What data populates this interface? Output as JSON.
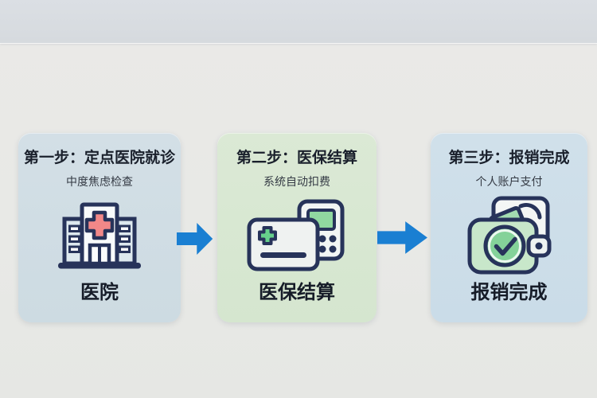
{
  "diagram": {
    "kind": "three-step-flow",
    "topic": "medical insurance reimbursement process"
  },
  "steps": [
    {
      "title": "第一步：定点医院就诊",
      "subtitle": "中度焦虑检查",
      "label": "医院",
      "icon": "hospital-icon"
    },
    {
      "title": "第二步：医保结算",
      "subtitle": "系统自动扣费",
      "label": "医保结算",
      "icon": "insurance-card-calculator-icon"
    },
    {
      "title": "第三步：报销完成",
      "subtitle": "个人账户支付",
      "label": "报销完成",
      "icon": "wallet-check-icon"
    }
  ],
  "arrows": {
    "count": 2,
    "direction": "right",
    "color": "#1a7fd2"
  },
  "colors": {
    "page_background": "#e9eae7",
    "top_band": "#d7dbdf",
    "card1_background": "#cfdce3",
    "card2_background": "#d7e7d1",
    "card3_background": "#cbdde9",
    "title_text": "#1a202c",
    "subtitle_text": "#343a44",
    "label_text": "#161c28",
    "icon_outline_navy": "#27335a",
    "hospital_cross_red": "#f28888",
    "green_accent": "#84d299",
    "arrow_blue": "#1a7fd2"
  }
}
